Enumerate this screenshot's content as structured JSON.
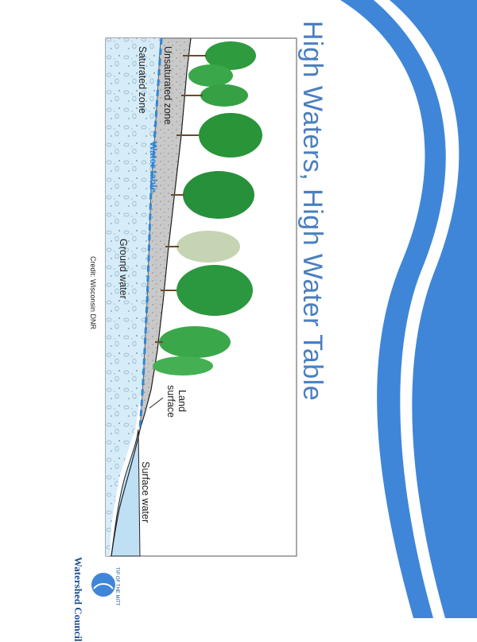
{
  "title": "High Waters, High Water Table",
  "diagram": {
    "labels": {
      "saturated_zone": "Saturated zone",
      "unsaturated_zone": "Unsaturated zone",
      "water_table": "Water table",
      "ground_water": "Ground water",
      "land_surface_line1": "Land",
      "land_surface_line2": "surface",
      "surface_water": "Surface water"
    },
    "credit": "Credit: Wisconsin DNR"
  },
  "logo": {
    "name": "Watershed Council",
    "tagline": "TIP OF THE MITT"
  },
  "colors": {
    "title_blue": "#4a7fc0",
    "wave_blue": "#3f86d8",
    "water_light": "#cfe7f7",
    "water_table_blue": "#2f86d6",
    "tree_green": "#2e9b3e"
  }
}
